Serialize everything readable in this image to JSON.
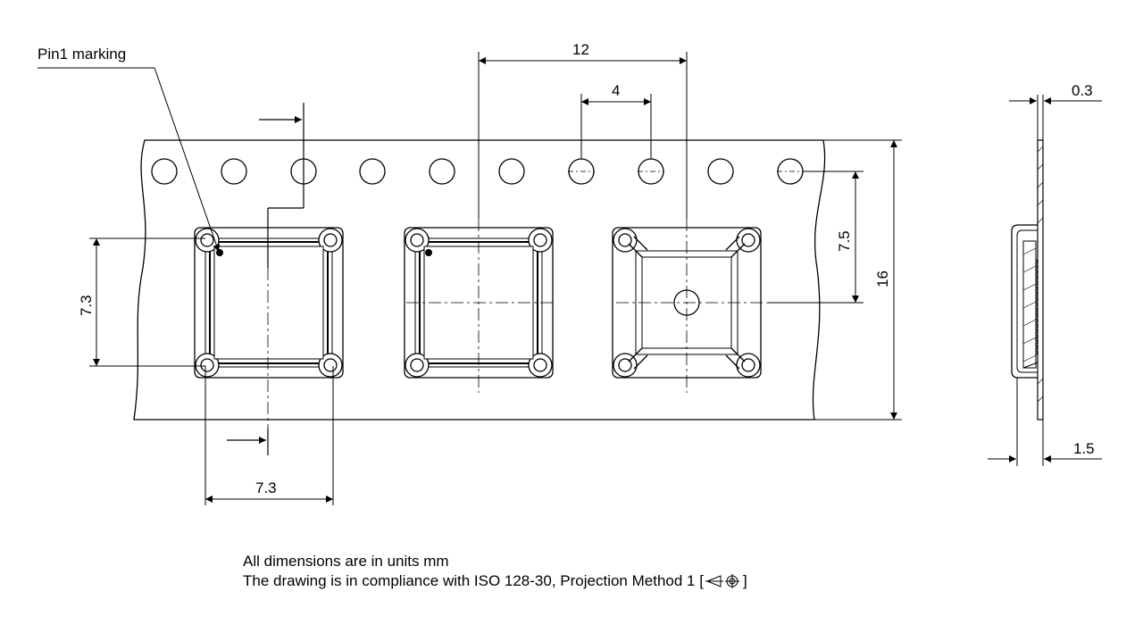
{
  "labels": {
    "pin1": "Pin1 marking",
    "pitch": "12",
    "hole_pitch": "4",
    "hole_to_center": "7.5",
    "tape_width": "16",
    "pocket_height": "7.3",
    "pocket_width": "7.3",
    "tape_thickness": "0.3",
    "pocket_depth": "1.5"
  },
  "notes": {
    "line1": "All dimensions are in units mm",
    "line2": "The drawing is in compliance with ISO 128-30, Projection Method 1 [",
    "line2_end": "]"
  },
  "colors": {
    "line": "#000000",
    "background": "#ffffff"
  },
  "icons": [
    "arrow-icon",
    "projection-method-icon"
  ]
}
